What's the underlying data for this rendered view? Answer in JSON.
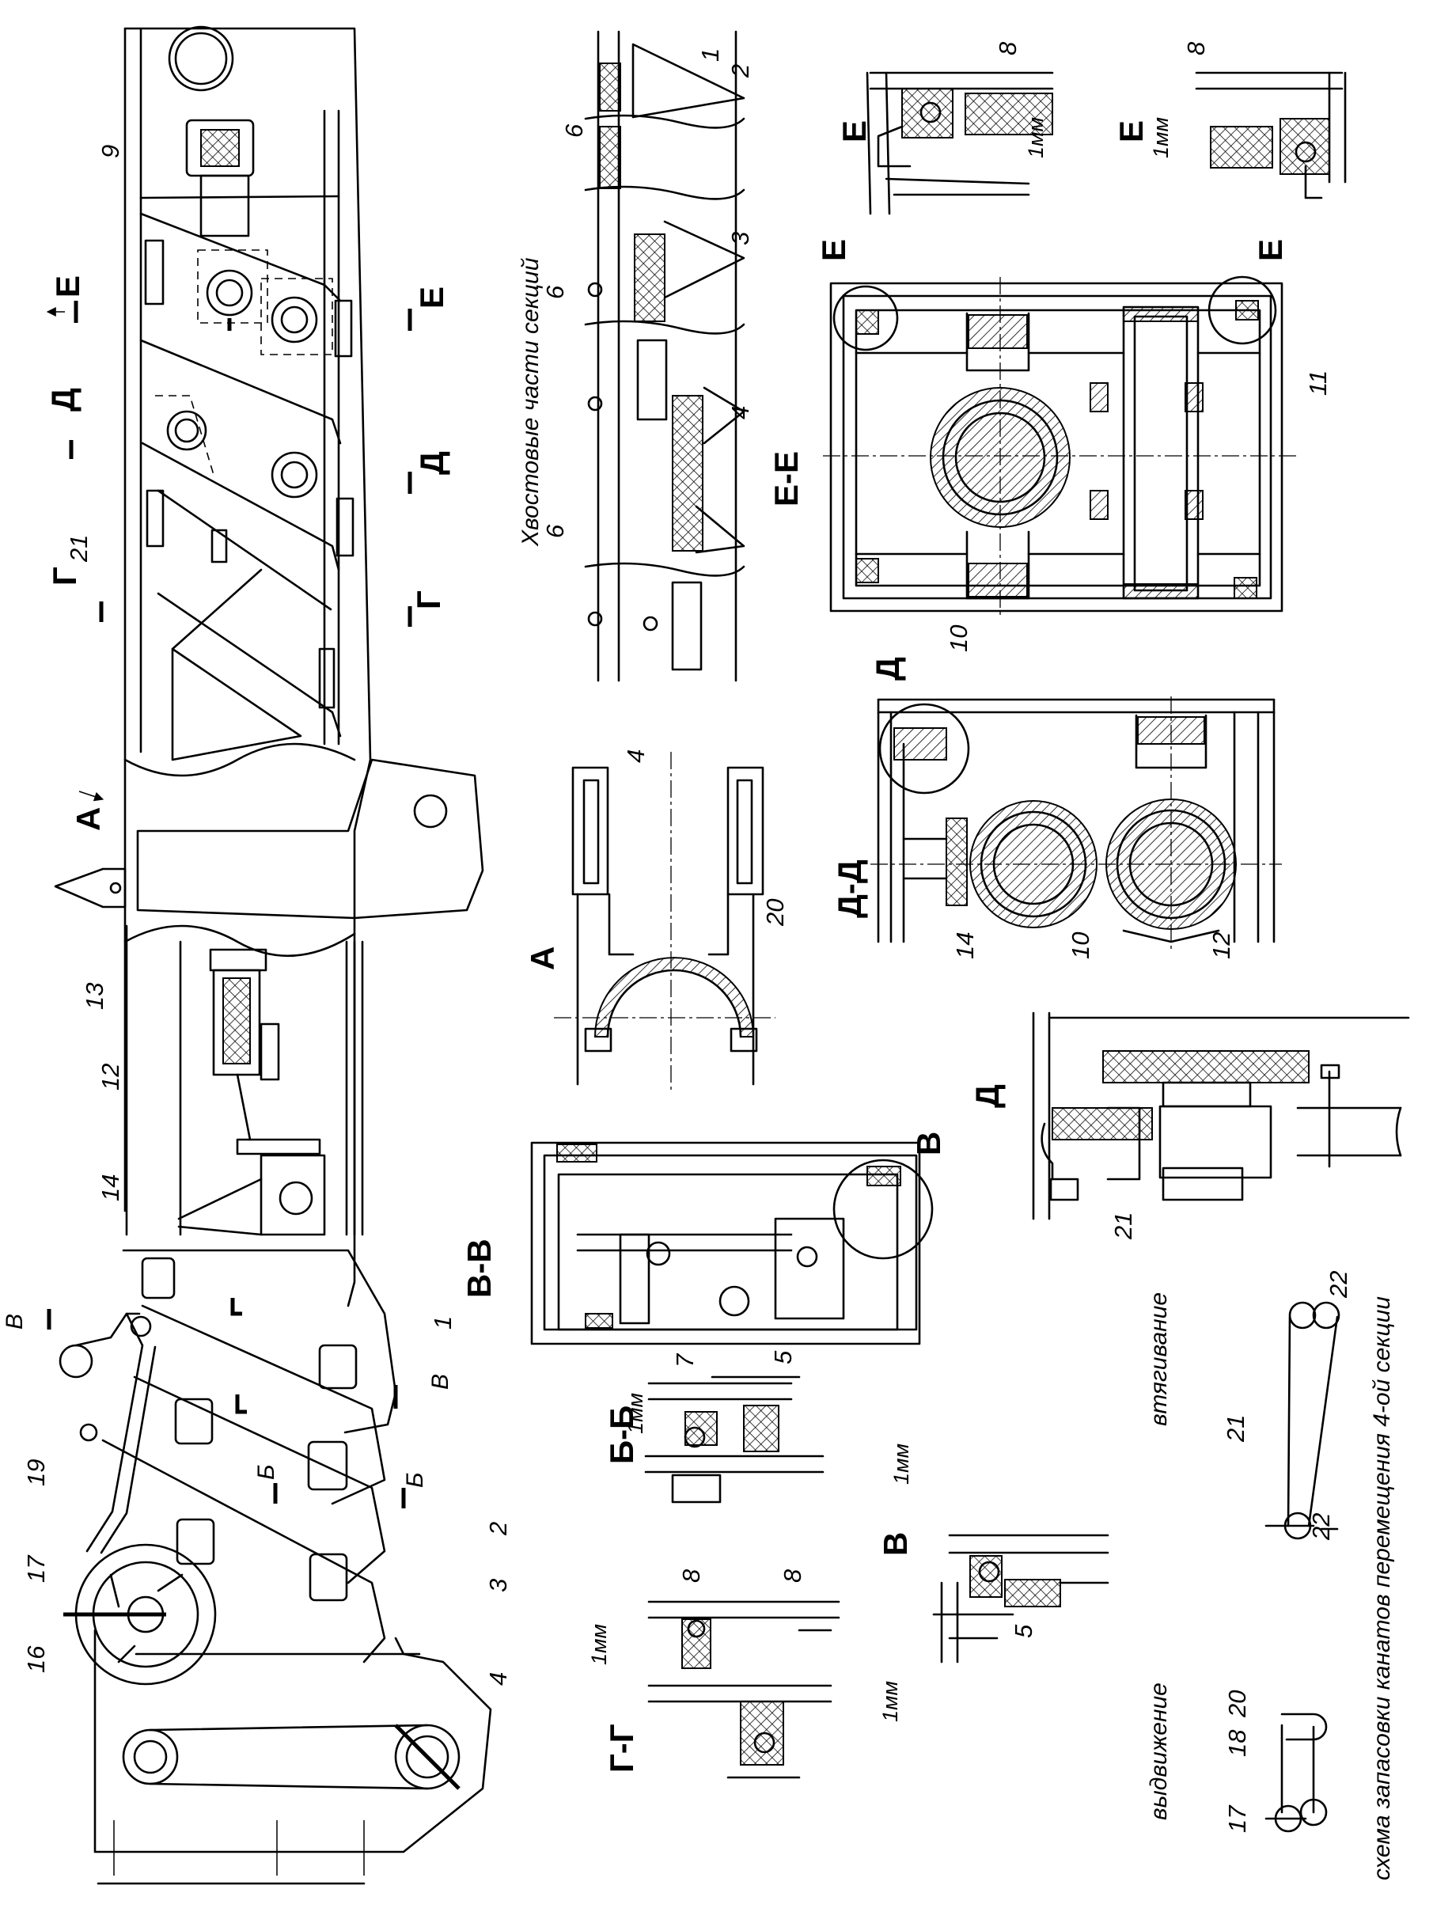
{
  "sections": {
    "a": "А",
    "b_b": "Б-Б",
    "v_v": "В-В",
    "g_g": "Г-Г",
    "d_d": "Д-Д",
    "e_e": "Е-Е",
    "v1": "В",
    "d1": "Д",
    "e1": "Е",
    "e2": "Е",
    "sub1": "1",
    "sub2": "2"
  },
  "cut_letters": {
    "b": "Б",
    "v": "В",
    "g": "Г",
    "d": "Д",
    "e": "Е"
  },
  "notes": {
    "tail_parts": "Хвостовые части секций",
    "retract": "втягивание",
    "extend": "выдвижение",
    "rope_scheme": "схема запасовки канатов перемещения 4-ой секции",
    "gap": "1мм"
  },
  "positions": [
    "1",
    "2",
    "3",
    "4",
    "5",
    "6",
    "7",
    "8",
    "9",
    "10",
    "11",
    "12",
    "13",
    "14",
    "16",
    "17",
    "18",
    "19",
    "20",
    "21",
    "22"
  ]
}
